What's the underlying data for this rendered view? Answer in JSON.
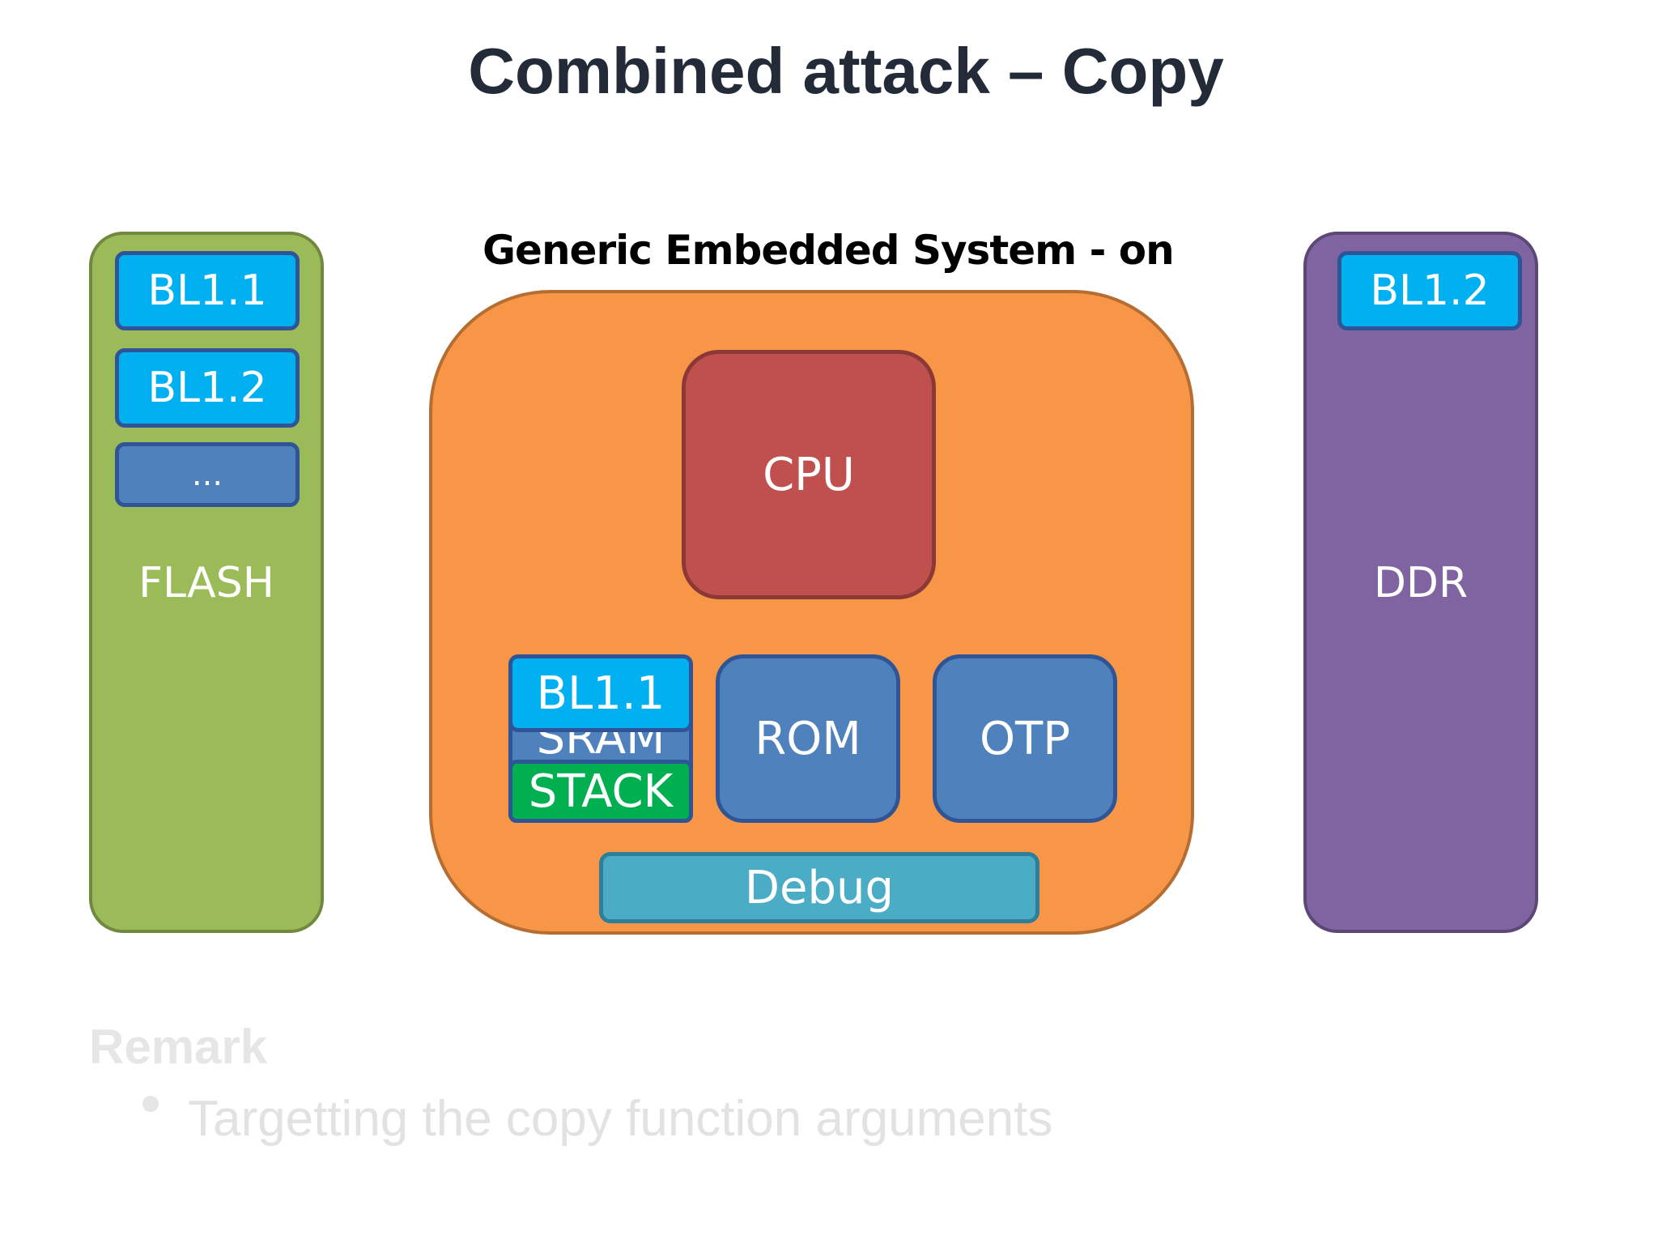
{
  "slide": {
    "title": "Combined attack – Copy"
  },
  "diagram": {
    "system_title": "Generic Embedded System - on",
    "flash": {
      "label": "FLASH",
      "items": [
        "BL1.1",
        "BL1.2",
        "..."
      ]
    },
    "ddr": {
      "label": "DDR",
      "items": [
        "BL1.2"
      ]
    },
    "soc": {
      "cpu": "CPU",
      "sram": {
        "label": "SRAM",
        "overlay": "BL1.1",
        "stack": "STACK"
      },
      "rom": "ROM",
      "otp": "OTP",
      "debug": "Debug"
    },
    "colors": {
      "flash": "#9bbb59",
      "ddr": "#8064a2",
      "soc": "#f79646",
      "cpu": "#c0504d",
      "memory_block": "#4f81bd",
      "bootloader": "#00b0f0",
      "stack": "#00b050",
      "debug": "#4bacc6"
    }
  },
  "remark": {
    "title": "Remark",
    "bullets": [
      "Targetting the copy function arguments"
    ]
  }
}
